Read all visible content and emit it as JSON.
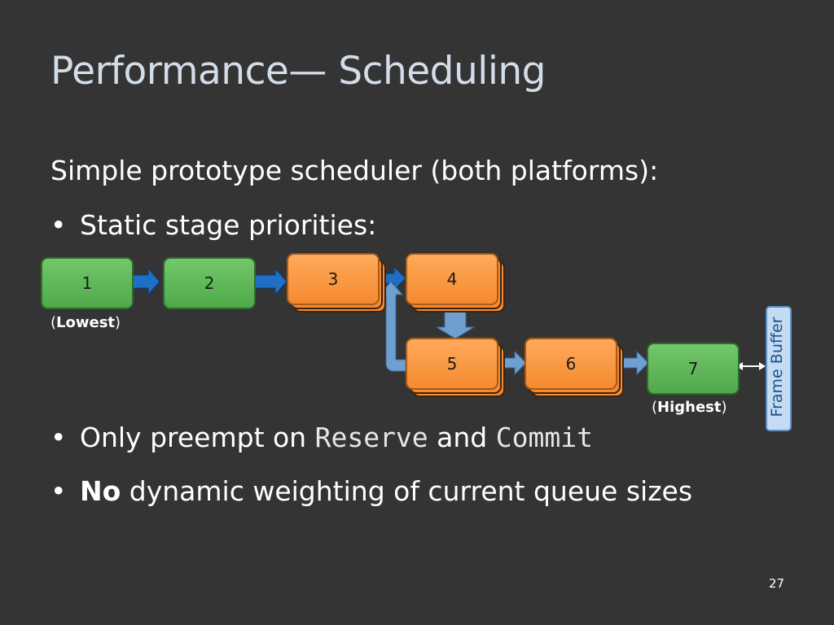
{
  "slide": {
    "title": "Performance— Scheduling",
    "intro": "Simple prototype scheduler (both platforms):",
    "bullets": {
      "b1": "Static stage priorities:",
      "b2_prefix": "Only preempt on ",
      "b2_code1": "Reserve",
      "b2_mid": " and ",
      "b2_code2": "Commit",
      "b3_bold": "No",
      "b3_rest": " dynamic weighting of current queue sizes"
    },
    "bullet_char": "•",
    "page_number": "27"
  },
  "diagram": {
    "stages": [
      "1",
      "2",
      "3",
      "4",
      "5",
      "6",
      "7"
    ],
    "lowest": {
      "open": "(",
      "word": "Lowest",
      "close": ")"
    },
    "highest": {
      "open": "(",
      "word": "Highest",
      "close": ")"
    },
    "frame_buffer": "Frame Buffer"
  },
  "colors": {
    "background": "#343434",
    "title": "#d2dde9",
    "green_stage": "#5cb85c",
    "orange_stage": "#f58a30",
    "arrow_dark": "#1f6fc4",
    "arrow_light": "#6f9fd0",
    "frame_buffer_fill": "#c3dcf3"
  }
}
